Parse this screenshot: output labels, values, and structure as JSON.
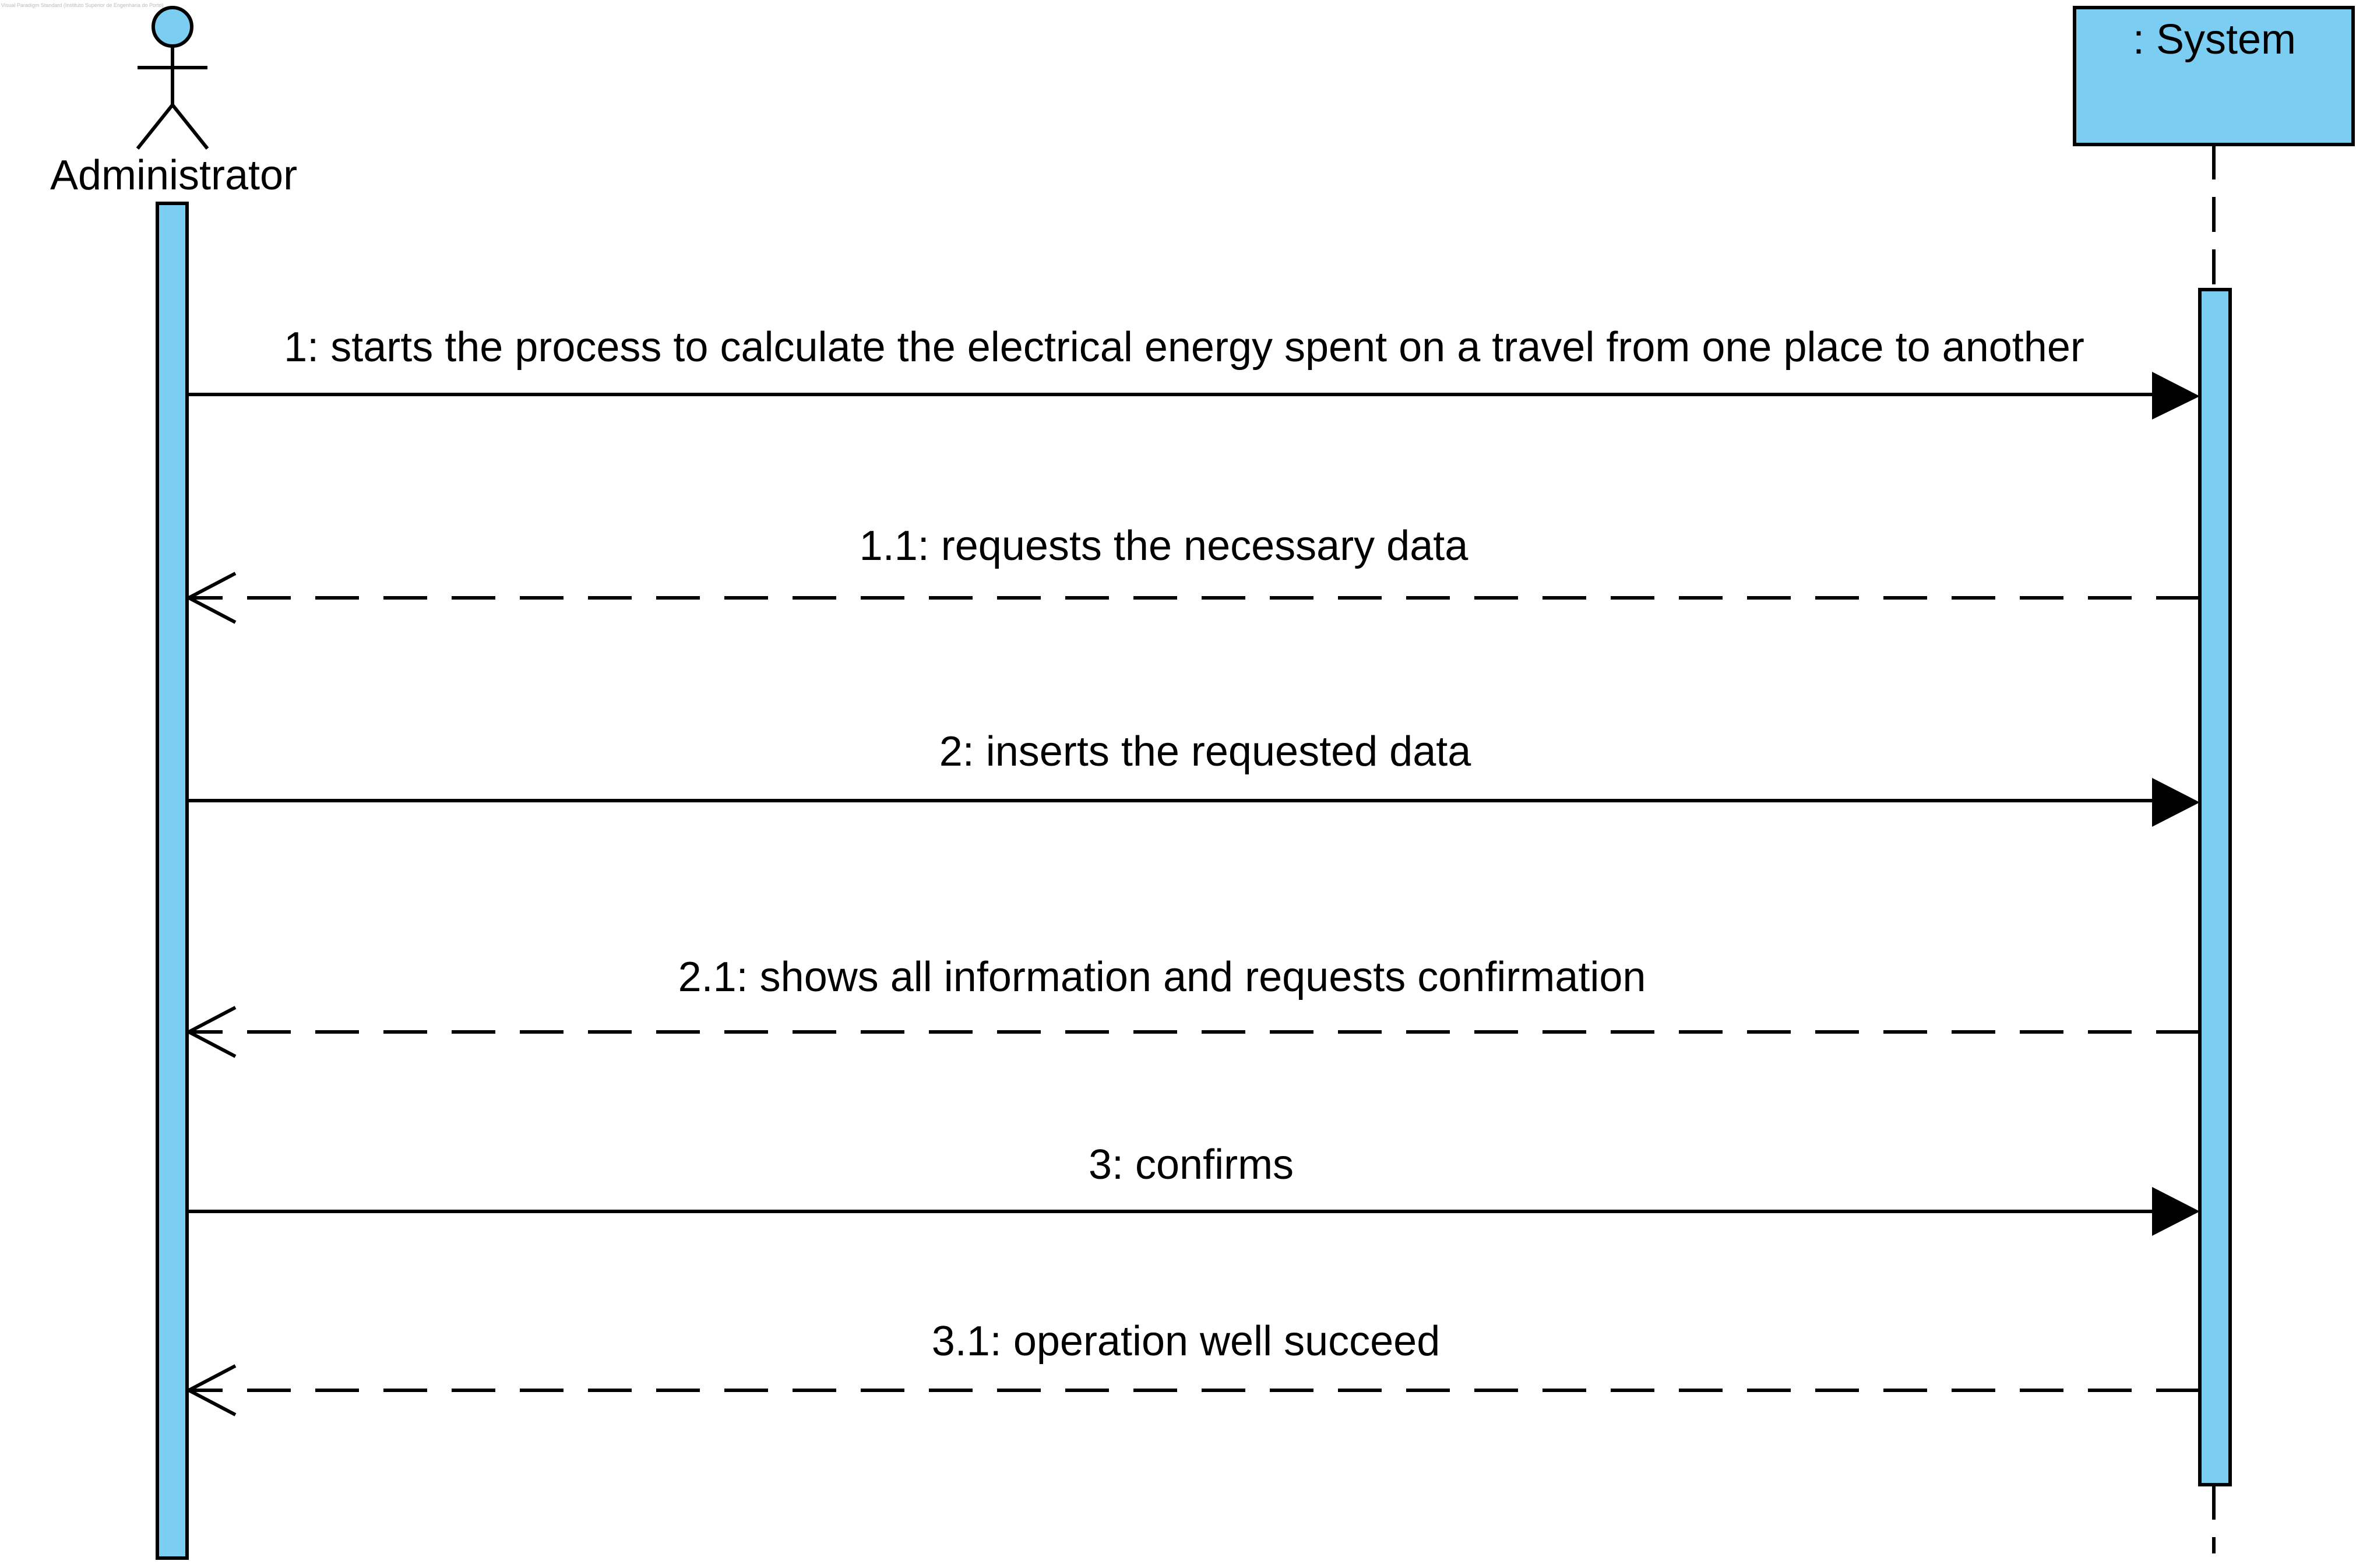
{
  "colors": {
    "fill": "#7ccdf2",
    "stroke": "#000000",
    "background": "#ffffff"
  },
  "actor": {
    "label": "Administrator",
    "icon": "stick-figure-icon"
  },
  "object": {
    "label": ": System"
  },
  "watermark": "Visual Paradigm Standard (Instituto Superior de Engenharia do Porto)",
  "messages": [
    {
      "id": "m1",
      "label": "1: starts the process to calculate the electrical energy spent on a travel from one place to another",
      "kind": "sync"
    },
    {
      "id": "m1_1",
      "label": "1.1: requests the necessary data",
      "kind": "reply"
    },
    {
      "id": "m2",
      "label": "2: inserts the requested data",
      "kind": "sync"
    },
    {
      "id": "m2_1",
      "label": "2.1: shows all information and requests confirmation",
      "kind": "reply"
    },
    {
      "id": "m3",
      "label": "3: confirms",
      "kind": "sync"
    },
    {
      "id": "m3_1",
      "label": "3.1: operation well succeed",
      "kind": "reply"
    }
  ]
}
